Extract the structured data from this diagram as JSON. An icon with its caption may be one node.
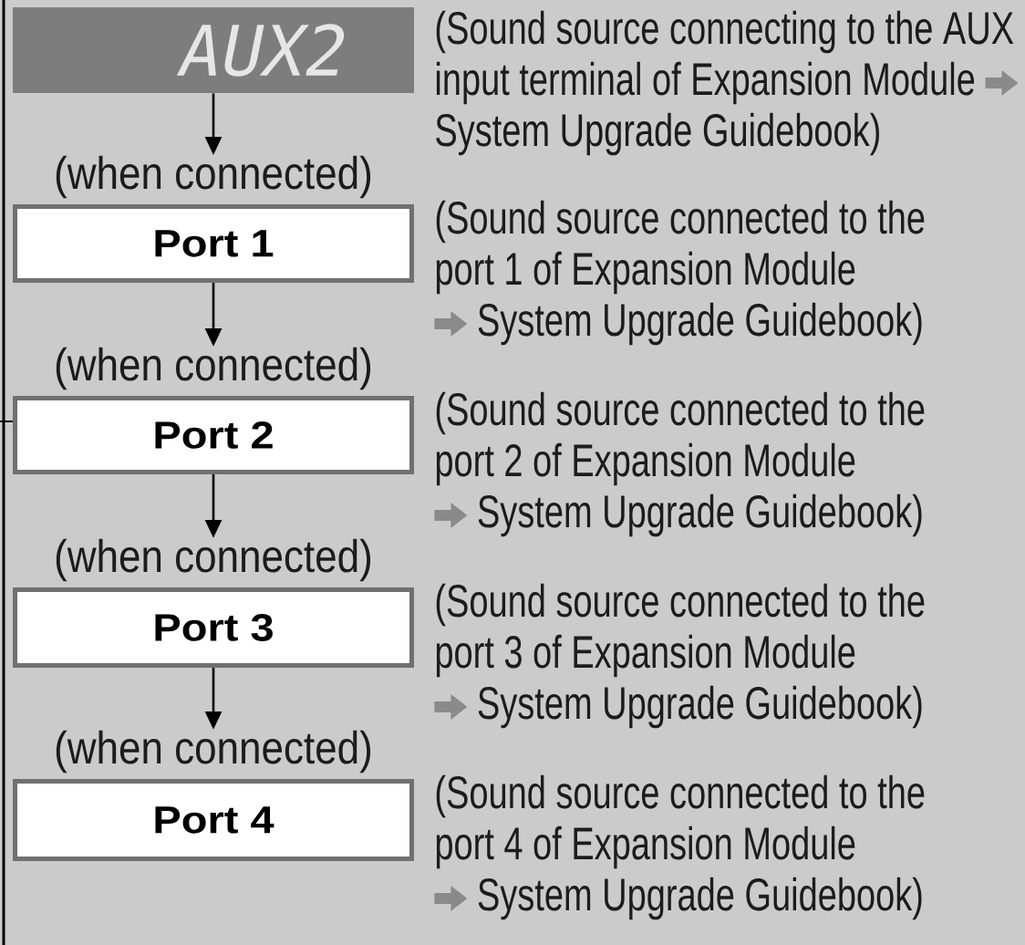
{
  "diagram": {
    "nodes": [
      {
        "text": [
          "AUX2"
        ],
        "beside": [
          "(Sound source connecting to the AUX input terminal of Expansion Module",
          "System Upgrade Guidebook)"
        ]
      },
      {
        "text": [
          "(when connected)",
          "Port 1"
        ],
        "beside": [
          "(Sound source connected to the port 1 of Expansion Module",
          "System Upgrade Guidebook)"
        ]
      },
      {
        "text": [
          "(when connected)",
          "Port 2"
        ],
        "beside": [
          "(Sound source connected to the port 2 of Expansion Module",
          "System Upgrade Guidebook)"
        ]
      },
      {
        "text": [
          "(when connected)",
          "Port 3"
        ],
        "beside": [
          "(Sound source connected to the port 3 of Expansion Module",
          "System Upgrade Guidebook)"
        ]
      },
      {
        "text": [
          "(when connected)",
          "Port 4"
        ],
        "beside": [
          "(Sound source connected to the port 4 of Expansion Module",
          "System Upgrade Guidebook)"
        ]
      }
    ],
    "edges": [
      {
        "from": 0,
        "to": 1,
        "arrow": "to"
      },
      {
        "from": 1,
        "to": 2,
        "arrow": "to"
      },
      {
        "from": 2,
        "to": 3,
        "arrow": "to"
      },
      {
        "from": 3,
        "to": 4,
        "arrow": "to"
      }
    ]
  }
}
